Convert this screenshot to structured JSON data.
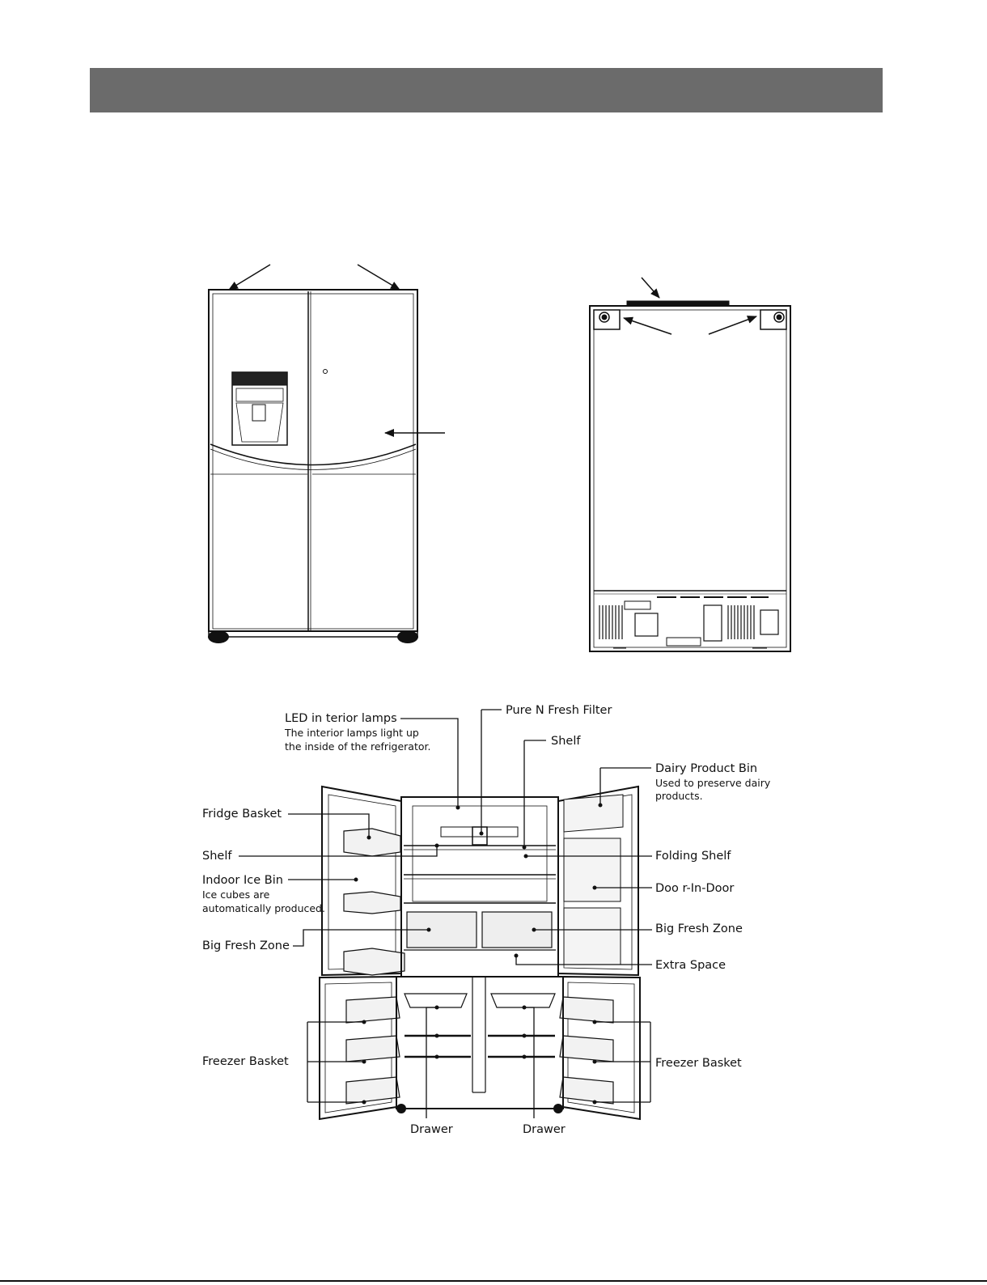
{
  "diagram": {
    "labels": {
      "led_lamps": "LED in terior lamps",
      "led_lamps_desc_1": "The interior lamps light up",
      "led_lamps_desc_2": "the inside of the refrigerator.",
      "pure_n_fresh": "Pure N Fresh Filter",
      "shelf_top": "Shelf",
      "dairy_bin": "Dairy Product Bin",
      "dairy_bin_desc_1": "Used to preserve dairy",
      "dairy_bin_desc_2": "products.",
      "fridge_basket": "Fridge Basket",
      "shelf_left": "Shelf",
      "indoor_ice_bin": "Indoor Ice Bin",
      "ice_desc_1": "Ice cubes are",
      "ice_desc_2": "automatically produced.",
      "big_fresh_left": "Big Fresh Zone",
      "folding_shelf": "Folding Shelf",
      "door_in_door": "Doo r-In-Door",
      "big_fresh_right": "Big Fresh Zone",
      "extra_space": "Extra Space",
      "freezer_basket_left": "Freezer Basket",
      "freezer_basket_right": "Freezer Basket",
      "drawer_left": "Drawer",
      "drawer_right": "Drawer"
    }
  }
}
